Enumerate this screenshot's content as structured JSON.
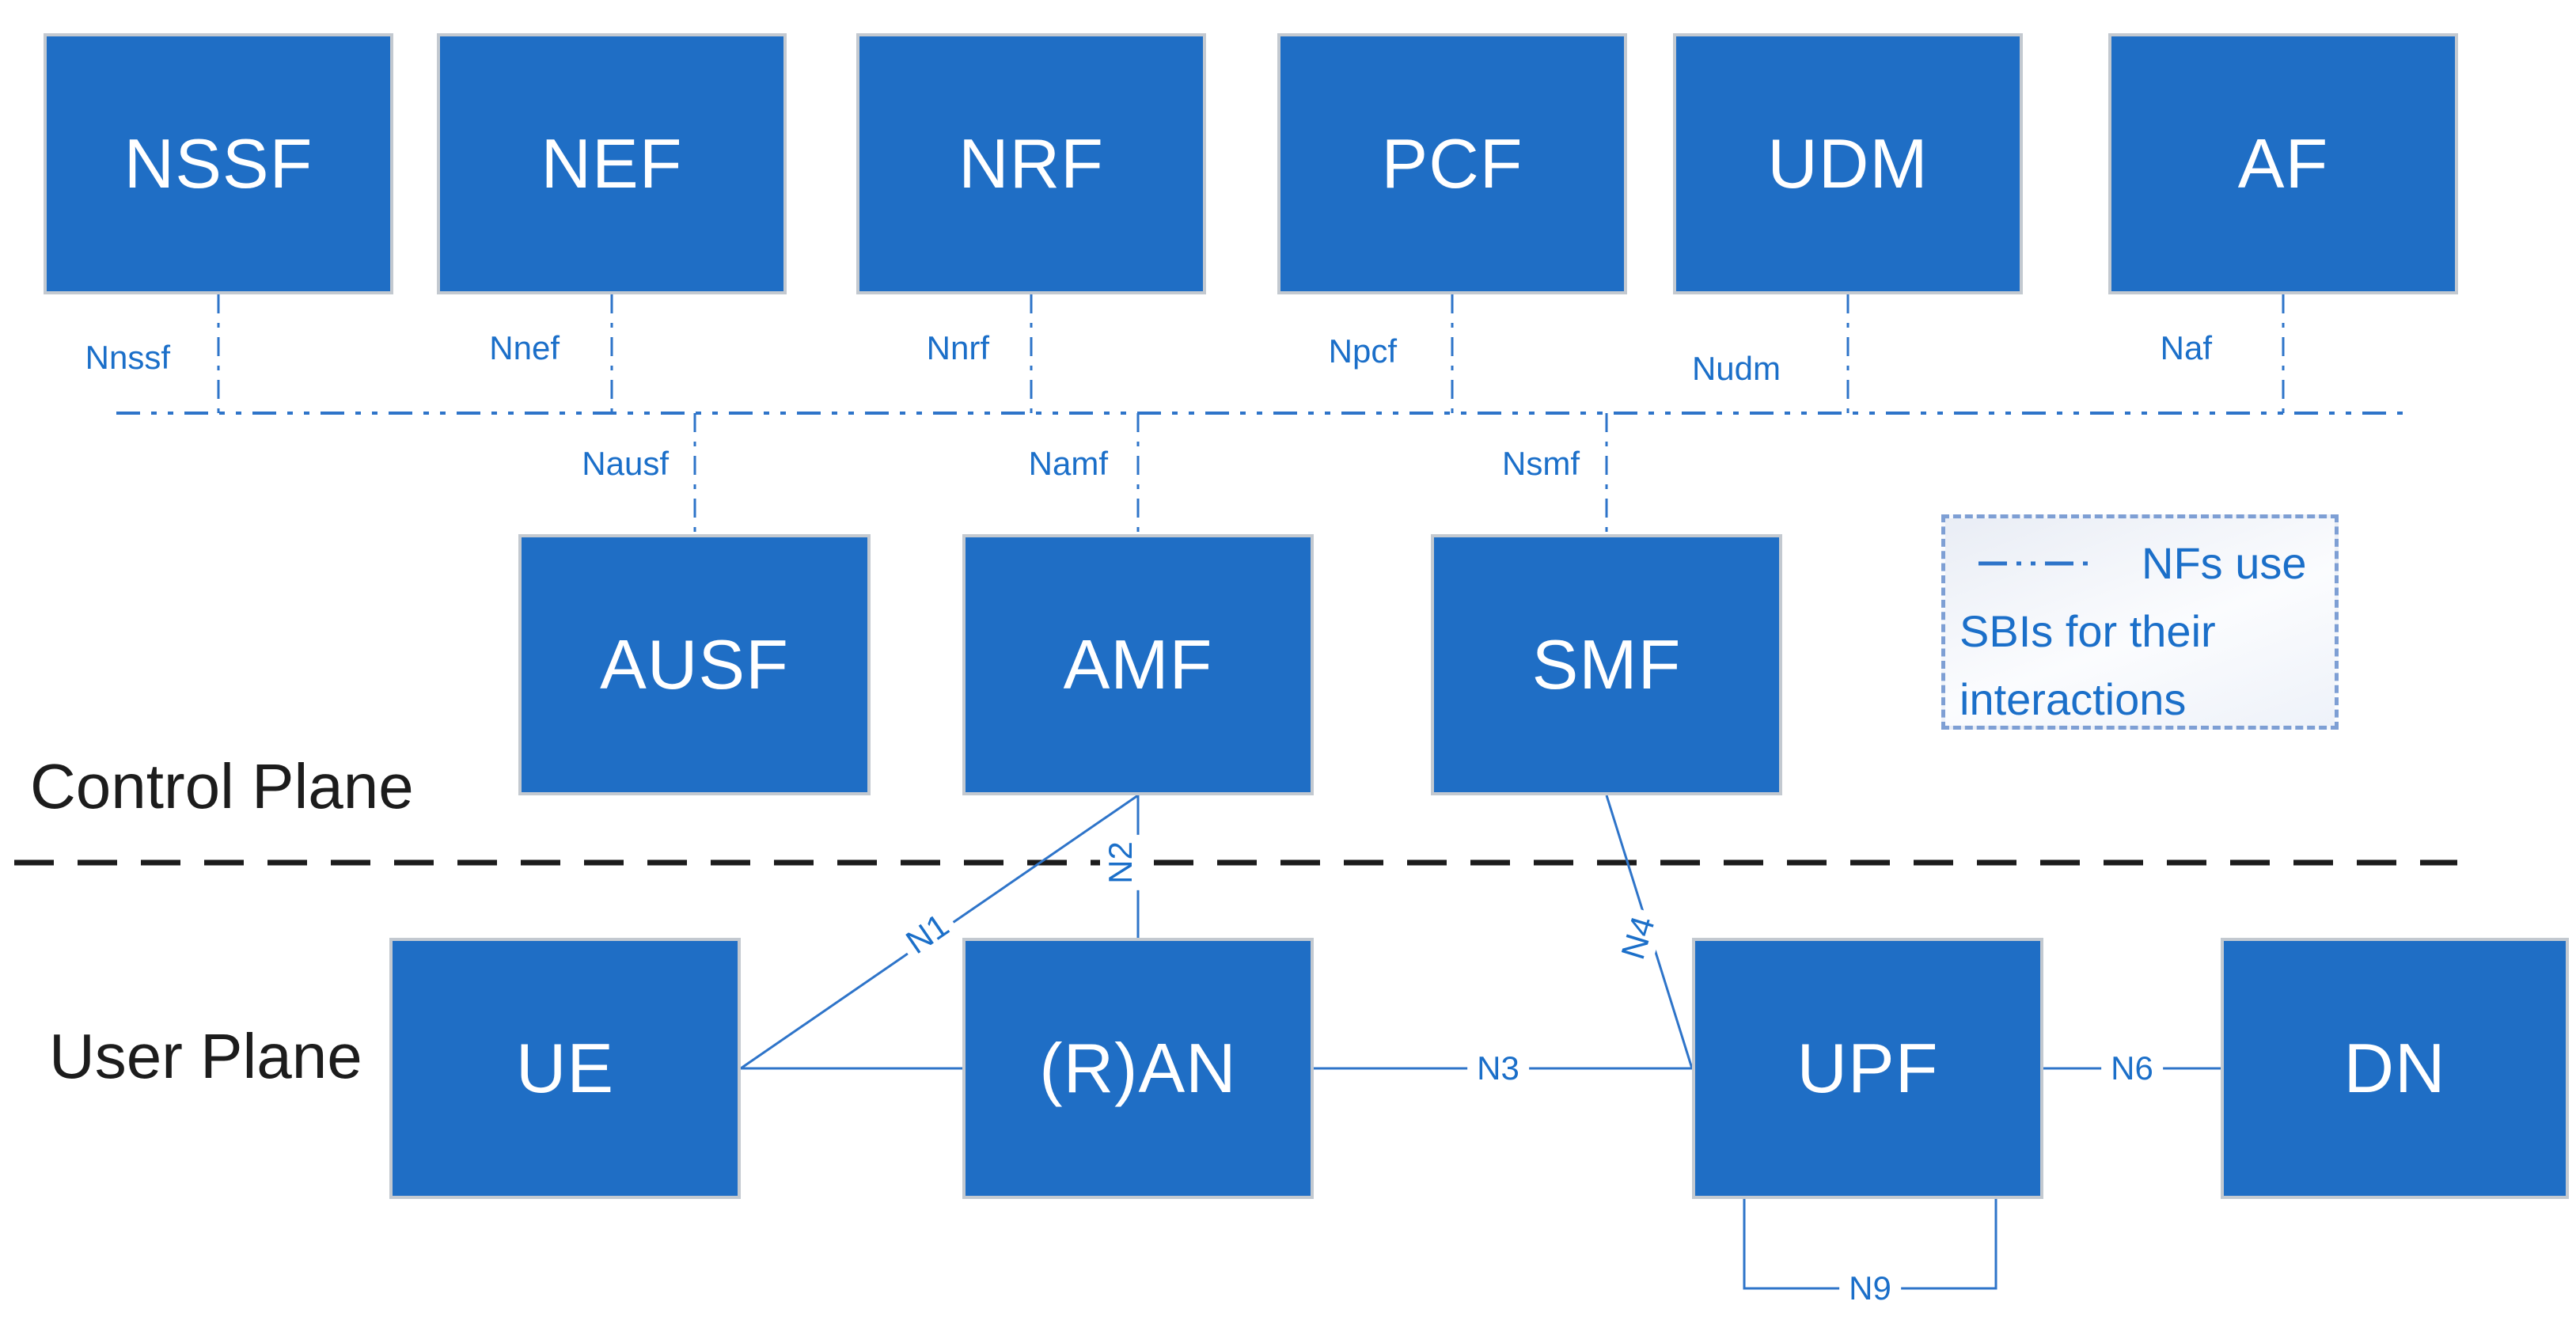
{
  "planes": {
    "control": "Control Plane",
    "user": "User Plane"
  },
  "nfs": {
    "top": [
      {
        "label": "NSSF",
        "sbi": "Nnssf"
      },
      {
        "label": "NEF",
        "sbi": "Nnef"
      },
      {
        "label": "NRF",
        "sbi": "Nnrf"
      },
      {
        "label": "PCF",
        "sbi": "Npcf"
      },
      {
        "label": "UDM",
        "sbi": "Nudm"
      },
      {
        "label": "AF",
        "sbi": "Naf"
      }
    ],
    "middle": [
      {
        "label": "AUSF",
        "sbi": "Nausf"
      },
      {
        "label": "AMF",
        "sbi": "Namf"
      },
      {
        "label": "SMF",
        "sbi": "Nsmf"
      }
    ],
    "bottom": [
      {
        "label": "UE"
      },
      {
        "label": "(R)AN"
      },
      {
        "label": "UPF"
      },
      {
        "label": "DN"
      }
    ]
  },
  "interfaces": {
    "n1": "N1",
    "n2": "N2",
    "n3": "N3",
    "n4": "N4",
    "n6": "N6",
    "n9": "N9"
  },
  "legend": {
    "lines": [
      "NFs use",
      "SBIs for their",
      "interactions"
    ]
  },
  "colors": {
    "box_fill": "#1f6ec5",
    "box_border": "#c3c9d0",
    "line_blue": "#2e74c9",
    "label_blue": "#1b6fc9",
    "plane_text": "#1c1c1c",
    "legend_border": "#7e9fd4"
  }
}
